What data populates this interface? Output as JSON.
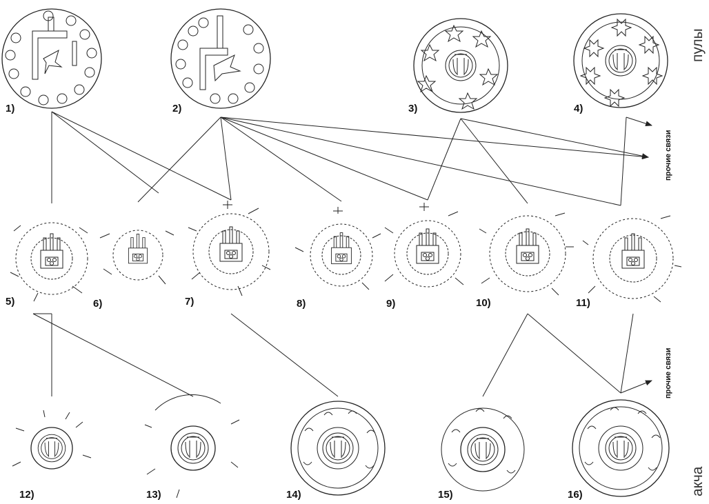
{
  "side_labels": {
    "top": "пулы",
    "bottom": "акча"
  },
  "side_notes": {
    "upper": "прочие связи",
    "lower": "прочие связи"
  },
  "coins": [
    {
      "label": "1)",
      "kind": "pul-a"
    },
    {
      "label": "2)",
      "kind": "pul-b"
    },
    {
      "label": "3)",
      "kind": "pul-c"
    },
    {
      "label": "4)",
      "kind": "pul-d"
    },
    {
      "label": "5)",
      "kind": "mid"
    },
    {
      "label": "6)",
      "kind": "mid"
    },
    {
      "label": "7)",
      "kind": "mid"
    },
    {
      "label": "8)",
      "kind": "mid"
    },
    {
      "label": "9)",
      "kind": "mid"
    },
    {
      "label": "10)",
      "kind": "mid"
    },
    {
      "label": "11)",
      "kind": "mid"
    },
    {
      "label": "12)",
      "kind": "akcha-small"
    },
    {
      "label": "13)",
      "kind": "akcha-small"
    },
    {
      "label": "14)",
      "kind": "akcha"
    },
    {
      "label": "15)",
      "kind": "akcha"
    },
    {
      "label": "16)",
      "kind": "akcha"
    }
  ]
}
